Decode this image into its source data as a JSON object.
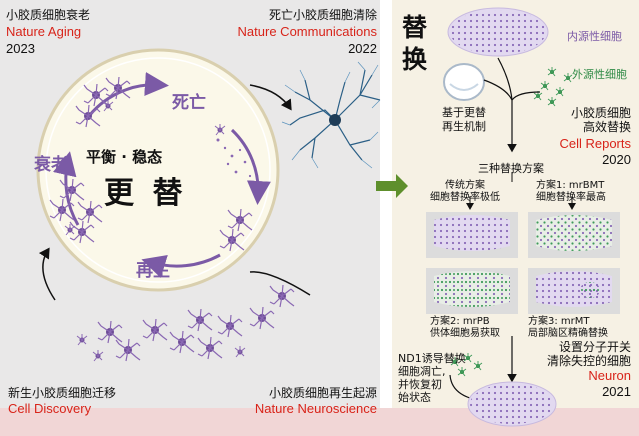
{
  "left": {
    "top_left": {
      "title": "小胶质细胞衰老",
      "journal": "Nature Aging",
      "year": "2023"
    },
    "top_right": {
      "title": "死亡小胶质细胞清除",
      "journal": "Nature Communications",
      "year": "2022"
    },
    "bottom_left": {
      "title": "新生小胶质细胞迁移",
      "journal": "Cell Discovery"
    },
    "bottom_right": {
      "title": "小胶质细胞再生起源",
      "journal": "Nature Neuroscience"
    },
    "cycle": {
      "center_line1": "平衡 · 稳态",
      "center_line2": "更 替",
      "aging": "衰老",
      "death": "死亡",
      "regen": "再生"
    }
  },
  "right": {
    "title": "替\n换",
    "endogenous": "内源性细胞",
    "exogenous": "外源性细胞",
    "mechanism": "基于更替\n再生机制",
    "efficient": "小胶质细胞\n高效替换",
    "cell_reports": {
      "journal": "Cell Reports",
      "year": "2020"
    },
    "three_schemes": "三种替换方案",
    "traditional": "传统方案\n细胞替换率极低",
    "mrbmt": "方案1: mrBMT\n细胞替换率最高",
    "mrpb": "方案2: mrPB\n供体细胞易获取",
    "mrmt": "方案3: mrMT\n局部脑区精确替换",
    "nd1": "ND1诱导替换\n细胞凋亡,\n并恢复初\n始状态",
    "switch": "设置分子开关\n清除失控的细胞",
    "neuron": {
      "journal": "Neuron",
      "year": "2021"
    }
  },
  "colors": {
    "purple": "#7b5aa6",
    "red": "#d8241a",
    "green": "#3f8a4a",
    "arrow_green": "#5e8f2c"
  }
}
